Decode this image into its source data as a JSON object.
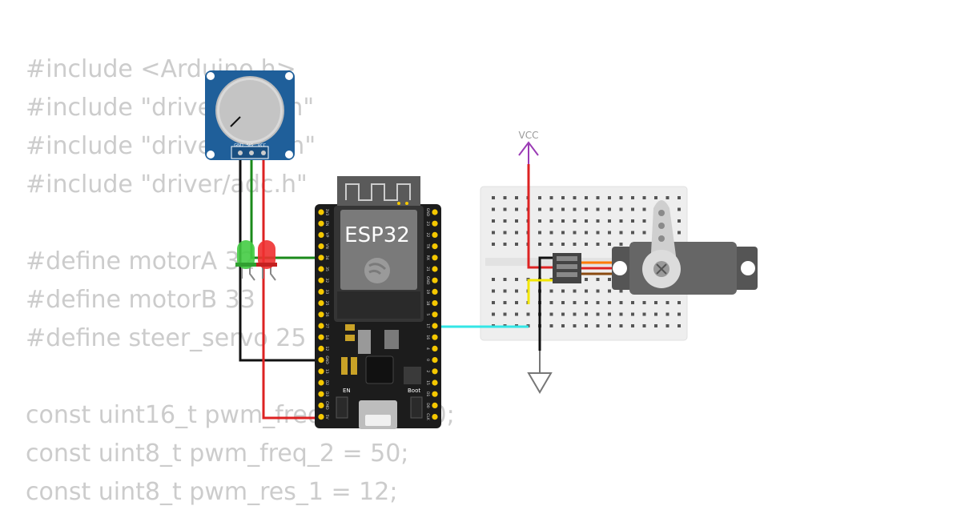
{
  "code_lines": [
    "#include <Arduino.h>",
    "#include \"driver/ledc.h\"",
    "#include \"driver/gpio.h\"",
    "#include \"driver/adc.h\"",
    "",
    "#define motorA 32",
    "#define motorB 33",
    "#define steer_servo 25",
    "",
    "const uint16_t pwm_freq_1 = 5000;",
    "const uint8_t pwm_freq_2 = 50;",
    "const uint8_t pwm_res_1 = 12;"
  ],
  "components": {
    "esp32": {
      "label": "ESP32",
      "en_label": "EN",
      "boot_label": "Boot"
    },
    "potentiometer": {
      "pins": [
        "GND",
        "SIG",
        "VCC"
      ]
    },
    "power": {
      "vcc_label": "VCC"
    }
  },
  "esp32_pins_left": [
    "3V3",
    "EN",
    "VP",
    "VN",
    "34",
    "35",
    "32",
    "33",
    "25",
    "26",
    "27",
    "14",
    "12",
    "GND",
    "13",
    "D2",
    "D3",
    "CMD",
    "5V"
  ],
  "esp32_pins_right": [
    "GND",
    "23",
    "22",
    "TX",
    "RX",
    "21",
    "GND",
    "19",
    "18",
    "5",
    "17",
    "16",
    "4",
    "0",
    "2",
    "15",
    "D1",
    "D0",
    "CLK"
  ],
  "colors": {
    "wire_black": "#111111",
    "wire_green": "#1a8a1a",
    "wire_red": "#dd2222",
    "wire_cyan": "#33e6e6",
    "wire_yellow": "#f2e600",
    "wire_orange": "#ff7a00",
    "pot_board": "#1f5f9a",
    "esp_board": "#1c1c1c",
    "pin_gold": "#f5c800",
    "vcc_purple": "#9b3bb5",
    "gnd_gray": "#777777",
    "servo_gray": "#666666"
  }
}
